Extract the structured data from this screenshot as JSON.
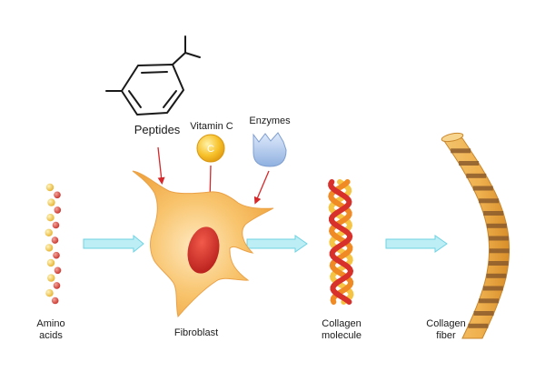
{
  "labels": {
    "peptides": "Peptides",
    "vitamin_c": "Vitamin C",
    "vitamin_c_symbol": "C",
    "enzymes": "Enzymes",
    "amino_acids_line1": "Amino",
    "amino_acids_line2": "acids",
    "fibroblast": "Fibroblast",
    "collagen_molecule_line1": "Collagen",
    "collagen_molecule_line2": "molecule",
    "collagen_fiber_line1": "Collagen",
    "collagen_fiber_line2": "fiber"
  },
  "colors": {
    "flow_arrow_fill": "#bdeef5",
    "flow_arrow_stroke": "#6fd3e3",
    "pointer_arrow": "#d6282a",
    "cell_body": "#f6b755",
    "cell_highlight": "#ffe7b8",
    "nucleus": "#d8302b",
    "vitamin_c": "#f5b81c",
    "enzyme": "#a9c4ea",
    "strand_red": "#d8302b",
    "strand_orange": "#f08a24",
    "strand_yellow": "#f6c445",
    "fiber": "#e9a93f",
    "fiber_band": "#8b5a2b",
    "amino_red": "#d8463a",
    "amino_yellow": "#f4c542"
  }
}
